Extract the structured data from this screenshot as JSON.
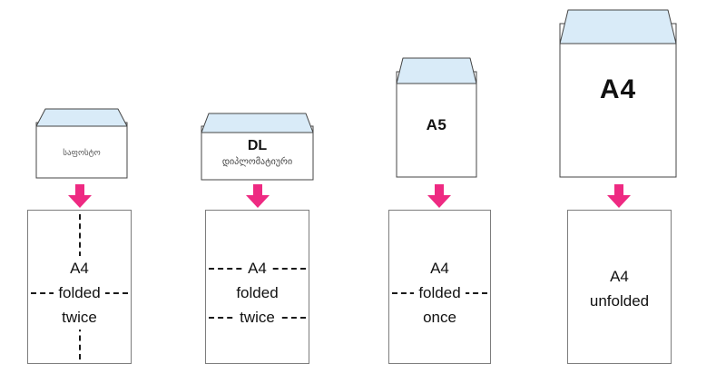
{
  "diagram": {
    "colors": {
      "arrow": "#ee2a82",
      "flap": "#d9ebf8",
      "outline": "#444444"
    },
    "columns": [
      {
        "envelope": {
          "title": "",
          "subtitle": "საფოსტო"
        },
        "paper": {
          "lines": [
            "A4",
            "folded",
            "twice"
          ],
          "folds": [
            "vertical",
            "horizontal"
          ]
        }
      },
      {
        "envelope": {
          "title": "DL",
          "subtitle": "დიპლომატიური"
        },
        "paper": {
          "lines": [
            "A4",
            "folded",
            "twice"
          ],
          "folds": [
            "horizontal",
            "horizontal"
          ]
        }
      },
      {
        "envelope": {
          "title": "A5",
          "subtitle": ""
        },
        "paper": {
          "lines": [
            "A4",
            "folded",
            "once"
          ],
          "folds": [
            "horizontal"
          ]
        }
      },
      {
        "envelope": {
          "title": "A4",
          "subtitle": ""
        },
        "paper": {
          "lines": [
            "A4",
            "unfolded"
          ],
          "folds": []
        }
      }
    ]
  }
}
